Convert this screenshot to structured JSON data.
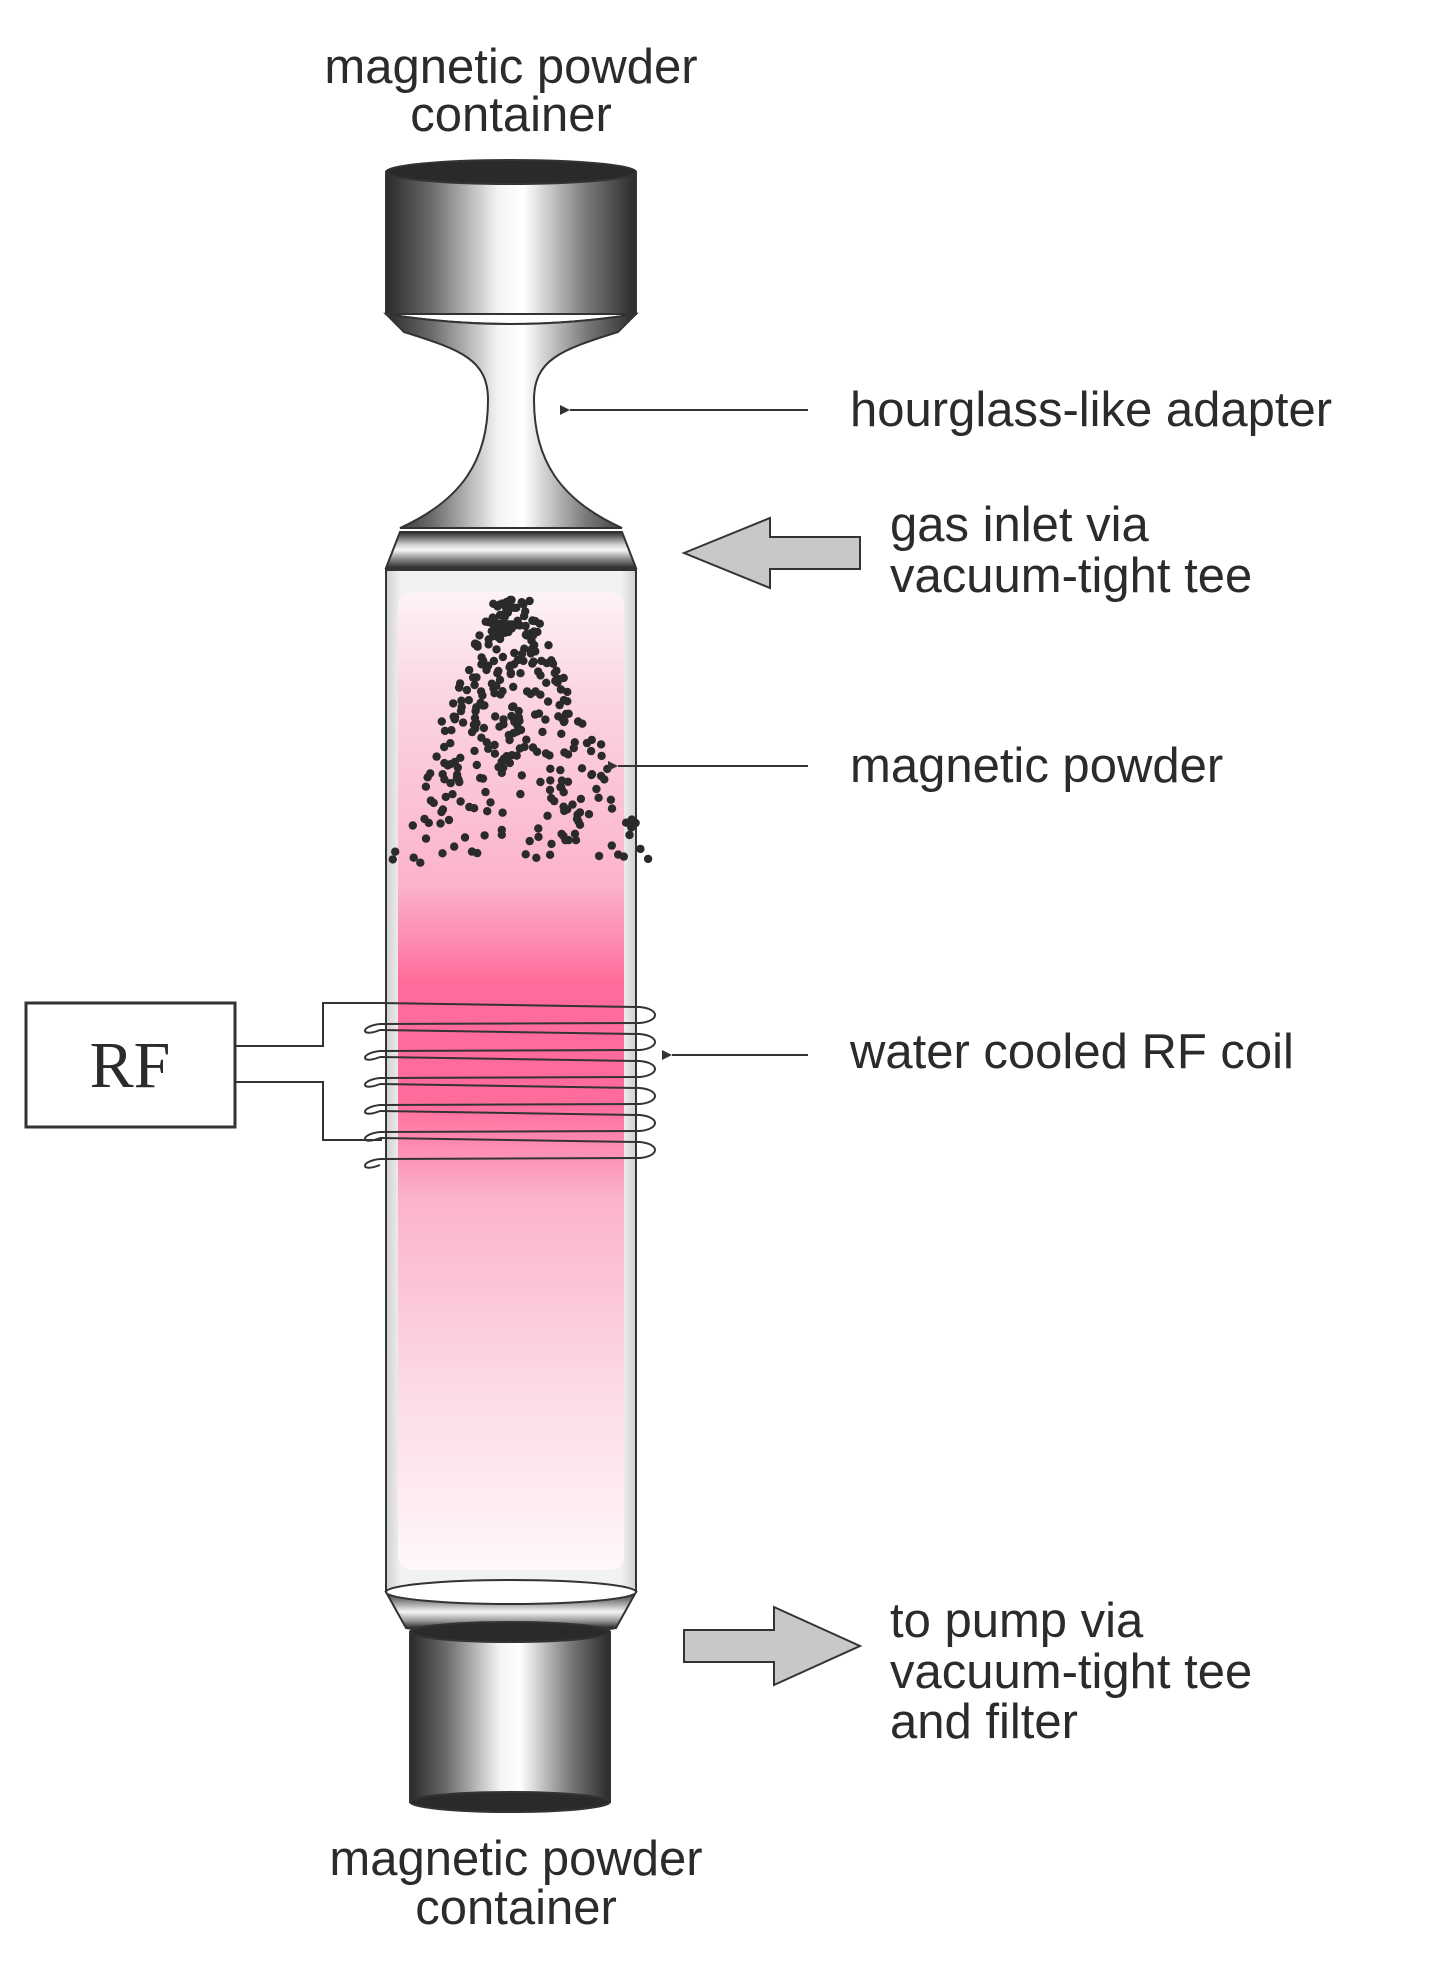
{
  "labels": {
    "top_container": [
      "magnetic powder",
      "container"
    ],
    "adapter": "hourglass-like adapter",
    "gas_inlet": [
      "gas inlet via",
      "vacuum-tight tee"
    ],
    "powder": "magnetic powder",
    "coil": "water cooled RF coil",
    "pump": [
      "to pump via",
      "vacuum-tight tee",
      "and filter"
    ],
    "bottom_container": [
      "magnetic powder",
      "container"
    ],
    "rf": "RF"
  },
  "colors": {
    "plasma_pink": "#ff6b9a",
    "metal_dark": "#2a2a2a",
    "metal_light": "#ffffff",
    "arrow_fill": "#c8c8c8",
    "line": "#333333"
  }
}
